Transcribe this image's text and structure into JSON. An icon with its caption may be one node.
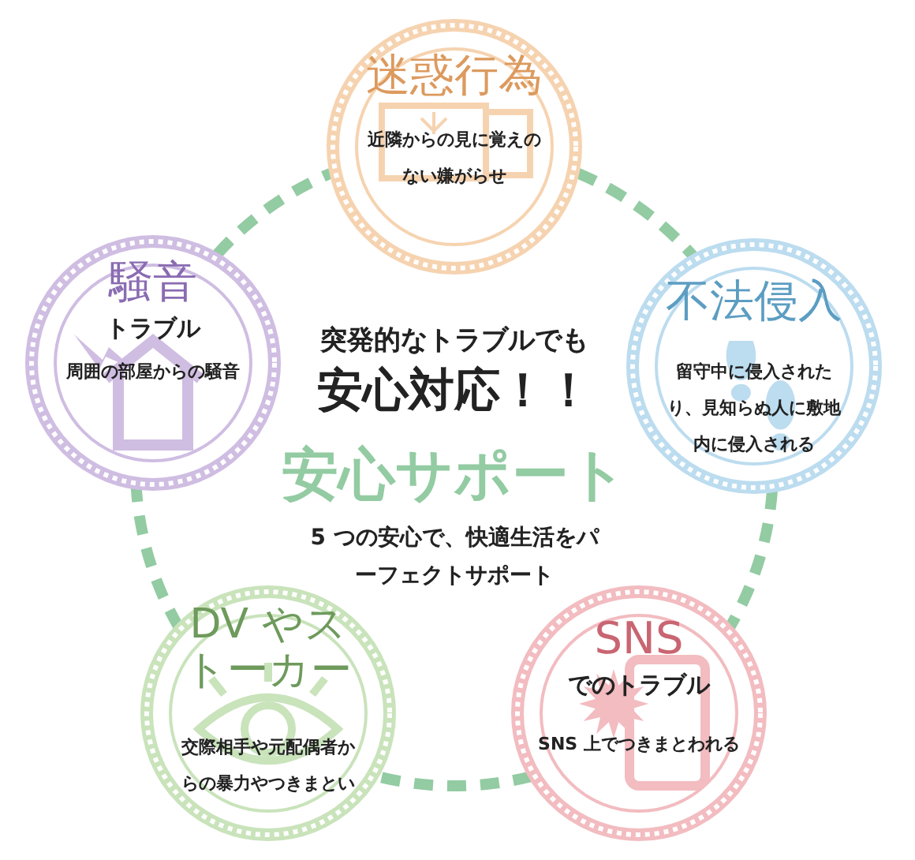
{
  "diagram": {
    "nodes": [
      {
        "text": [
          "迷惑行為",
          "近隣からの見に覚えのない嫌がらせ"
        ]
      },
      {
        "text": [
          "騒音",
          "トラブル",
          "周囲の部屋からの騒音"
        ]
      },
      {
        "text": [
          "不法侵入",
          "留守中に侵入されたり、見知らぬ人に敷地内に侵入される"
        ]
      },
      {
        "text": [
          "DV やストーカー",
          "交際相手や元配偶者からの暴力やつきまとい"
        ]
      },
      {
        "text": [
          "SNS",
          "でのトラブル",
          "SNS 上でつきまとわれる"
        ]
      }
    ],
    "edges": [
      {
        "from": 0,
        "to": 2,
        "arrow": "none",
        "style": "dashed"
      },
      {
        "from": 2,
        "to": 4,
        "arrow": "none",
        "style": "dashed"
      },
      {
        "from": 4,
        "to": 3,
        "arrow": "none",
        "style": "dashed"
      },
      {
        "from": 3,
        "to": 1,
        "arrow": "none",
        "style": "dashed"
      },
      {
        "from": 1,
        "to": 0,
        "arrow": "none",
        "style": "dashed"
      }
    ],
    "labels": [
      "突発的なトラブルでも",
      "安心対応！！",
      "安心サポート",
      "5 つの安心で、快適生活をパーフェクトサポート"
    ]
  }
}
